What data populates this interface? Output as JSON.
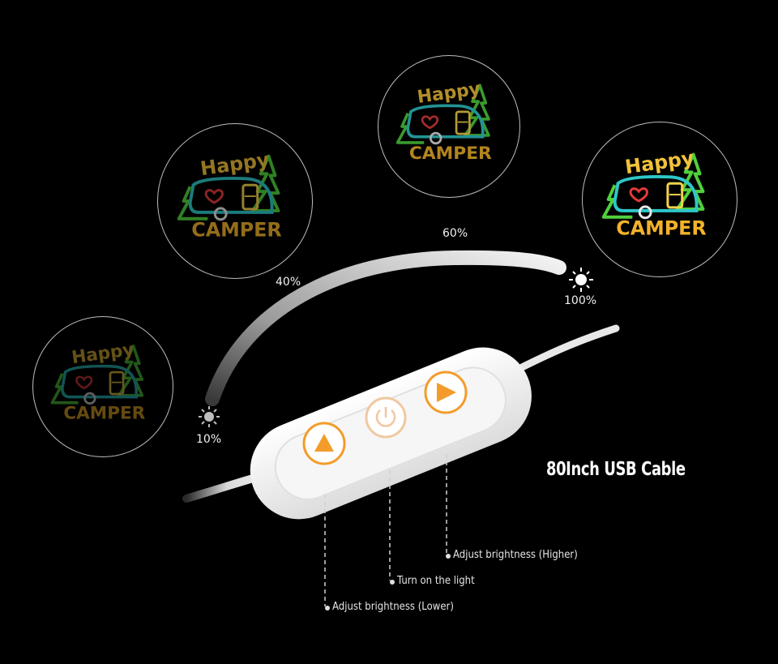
{
  "brightness_levels": [
    {
      "label": "10%",
      "level": 0.1,
      "tone": "dim"
    },
    {
      "label": "40%",
      "level": 0.4,
      "tone": "low"
    },
    {
      "label": "60%",
      "level": 0.6,
      "tone": "mid"
    },
    {
      "label": "100%",
      "level": 1.0,
      "tone": "full"
    }
  ],
  "sign": {
    "word_top": "Happy",
    "word_bottom": "CAMPER",
    "colors": {
      "tree": "#4fd13c",
      "camper_outline": "#2ec7c9",
      "heart": "#e23a3a",
      "text_top": "#f2c23a",
      "text_bottom": "#f2b22a",
      "door": "#f5d34a"
    }
  },
  "cable": {
    "label": "80Inch USB Cable"
  },
  "controller": {
    "buttons": [
      {
        "name": "brightness-lower",
        "icon": "triangle-up-icon",
        "callout": "Adjust brightness (Lower)"
      },
      {
        "name": "power",
        "icon": "power-icon",
        "callout": "Turn on the light"
      },
      {
        "name": "brightness-higher",
        "icon": "triangle-right-icon",
        "callout": "Adjust brightness (Higher)"
      }
    ],
    "accent": "#f39c2a"
  }
}
